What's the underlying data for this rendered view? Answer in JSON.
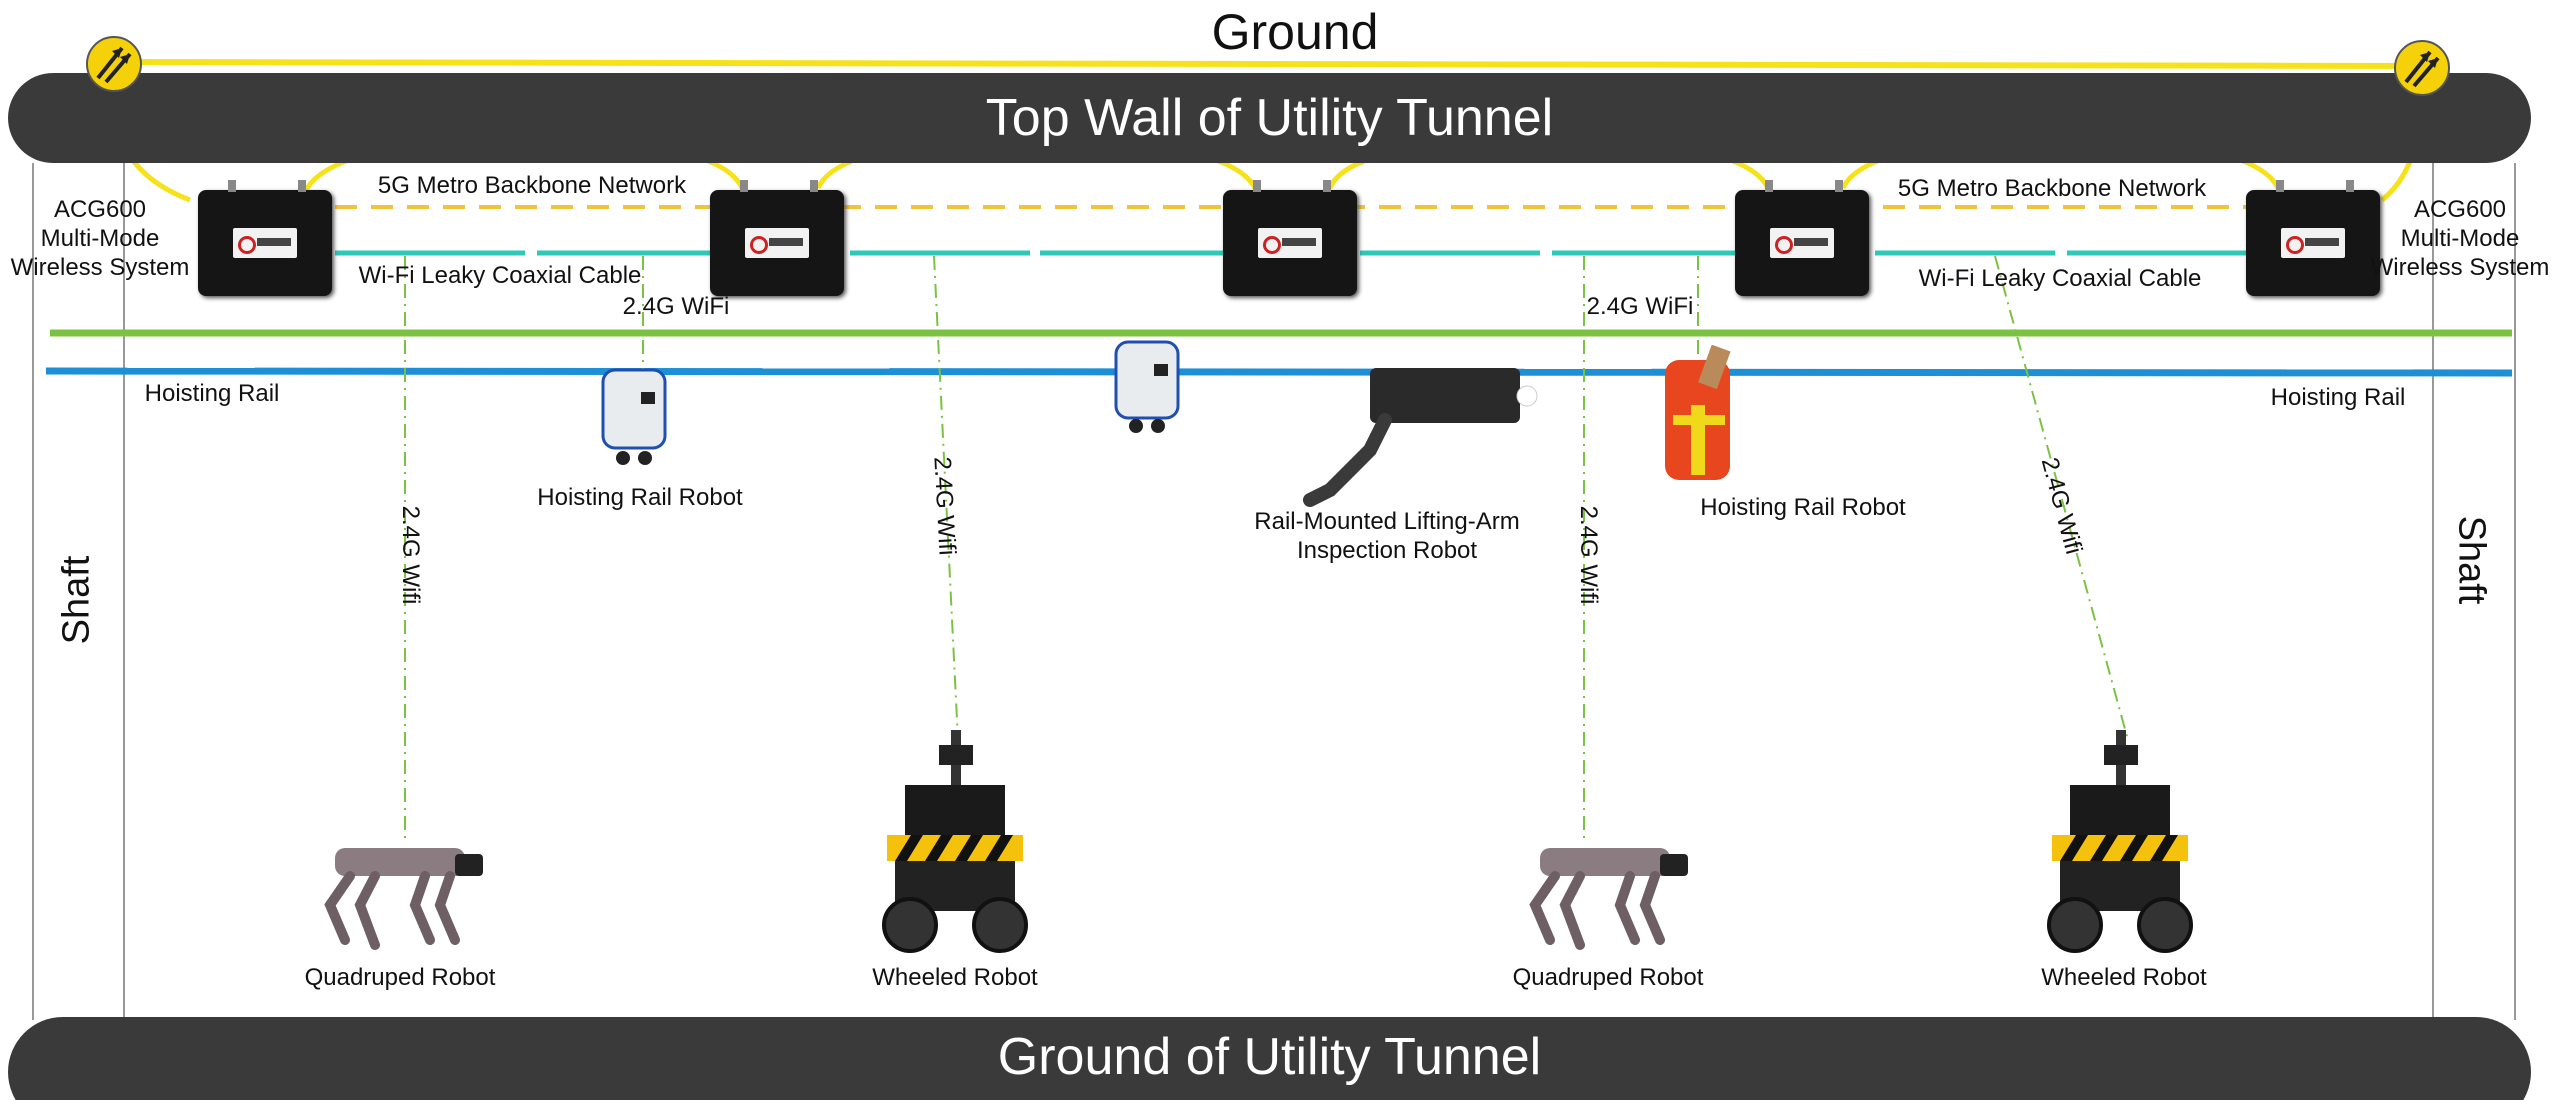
{
  "title": "Ground",
  "top_wall": "Top Wall of Utility Tunnel",
  "bottom_ground": "Ground of Utility Tunnel",
  "labels": {
    "system_left": [
      "ACG600",
      "Multi-Mode",
      "Wireless System"
    ],
    "system_right": [
      "ACG600",
      "Multi-Mode",
      "Wireless System"
    ],
    "backbone_left": "5G Metro Backbone Network",
    "backbone_right": "5G Metro Backbone Network",
    "leaky_left": "Wi-Fi Leaky Coaxial Cable",
    "leaky_right": "Wi-Fi Leaky Coaxial Cable",
    "wifi_left": "2.4G WiFi",
    "wifi_right": "2.4G WiFi",
    "rail_left": "Hoisting Rail",
    "rail_right": "Hoisting Rail",
    "shaft_left": "Shaft",
    "shaft_right": "Shaft",
    "wifi_links": [
      "2.4G Wifi",
      "2.4G Wifi",
      "2.4G Wifi",
      "2.4G Wifi"
    ]
  },
  "robots": {
    "hoist_1": "Hoisting Rail Robot",
    "arm": [
      "Rail-Mounted Lifting-Arm",
      "Inspection Robot"
    ],
    "hoist_2": "Hoisting Rail Robot",
    "quadruped_1": "Quadruped Robot",
    "wheeled_1": "Wheeled Robot",
    "quadruped_2": "Quadruped Robot",
    "wheeled_2": "Wheeled Robot"
  },
  "colors": {
    "backbone": "#f5e21a",
    "backbone_dashed": "#f2c23a",
    "leaky_cable": "#2cc9b8",
    "green_line": "#7cc242",
    "rail": "#1c8fd6",
    "wall": "#3a3a3a"
  }
}
